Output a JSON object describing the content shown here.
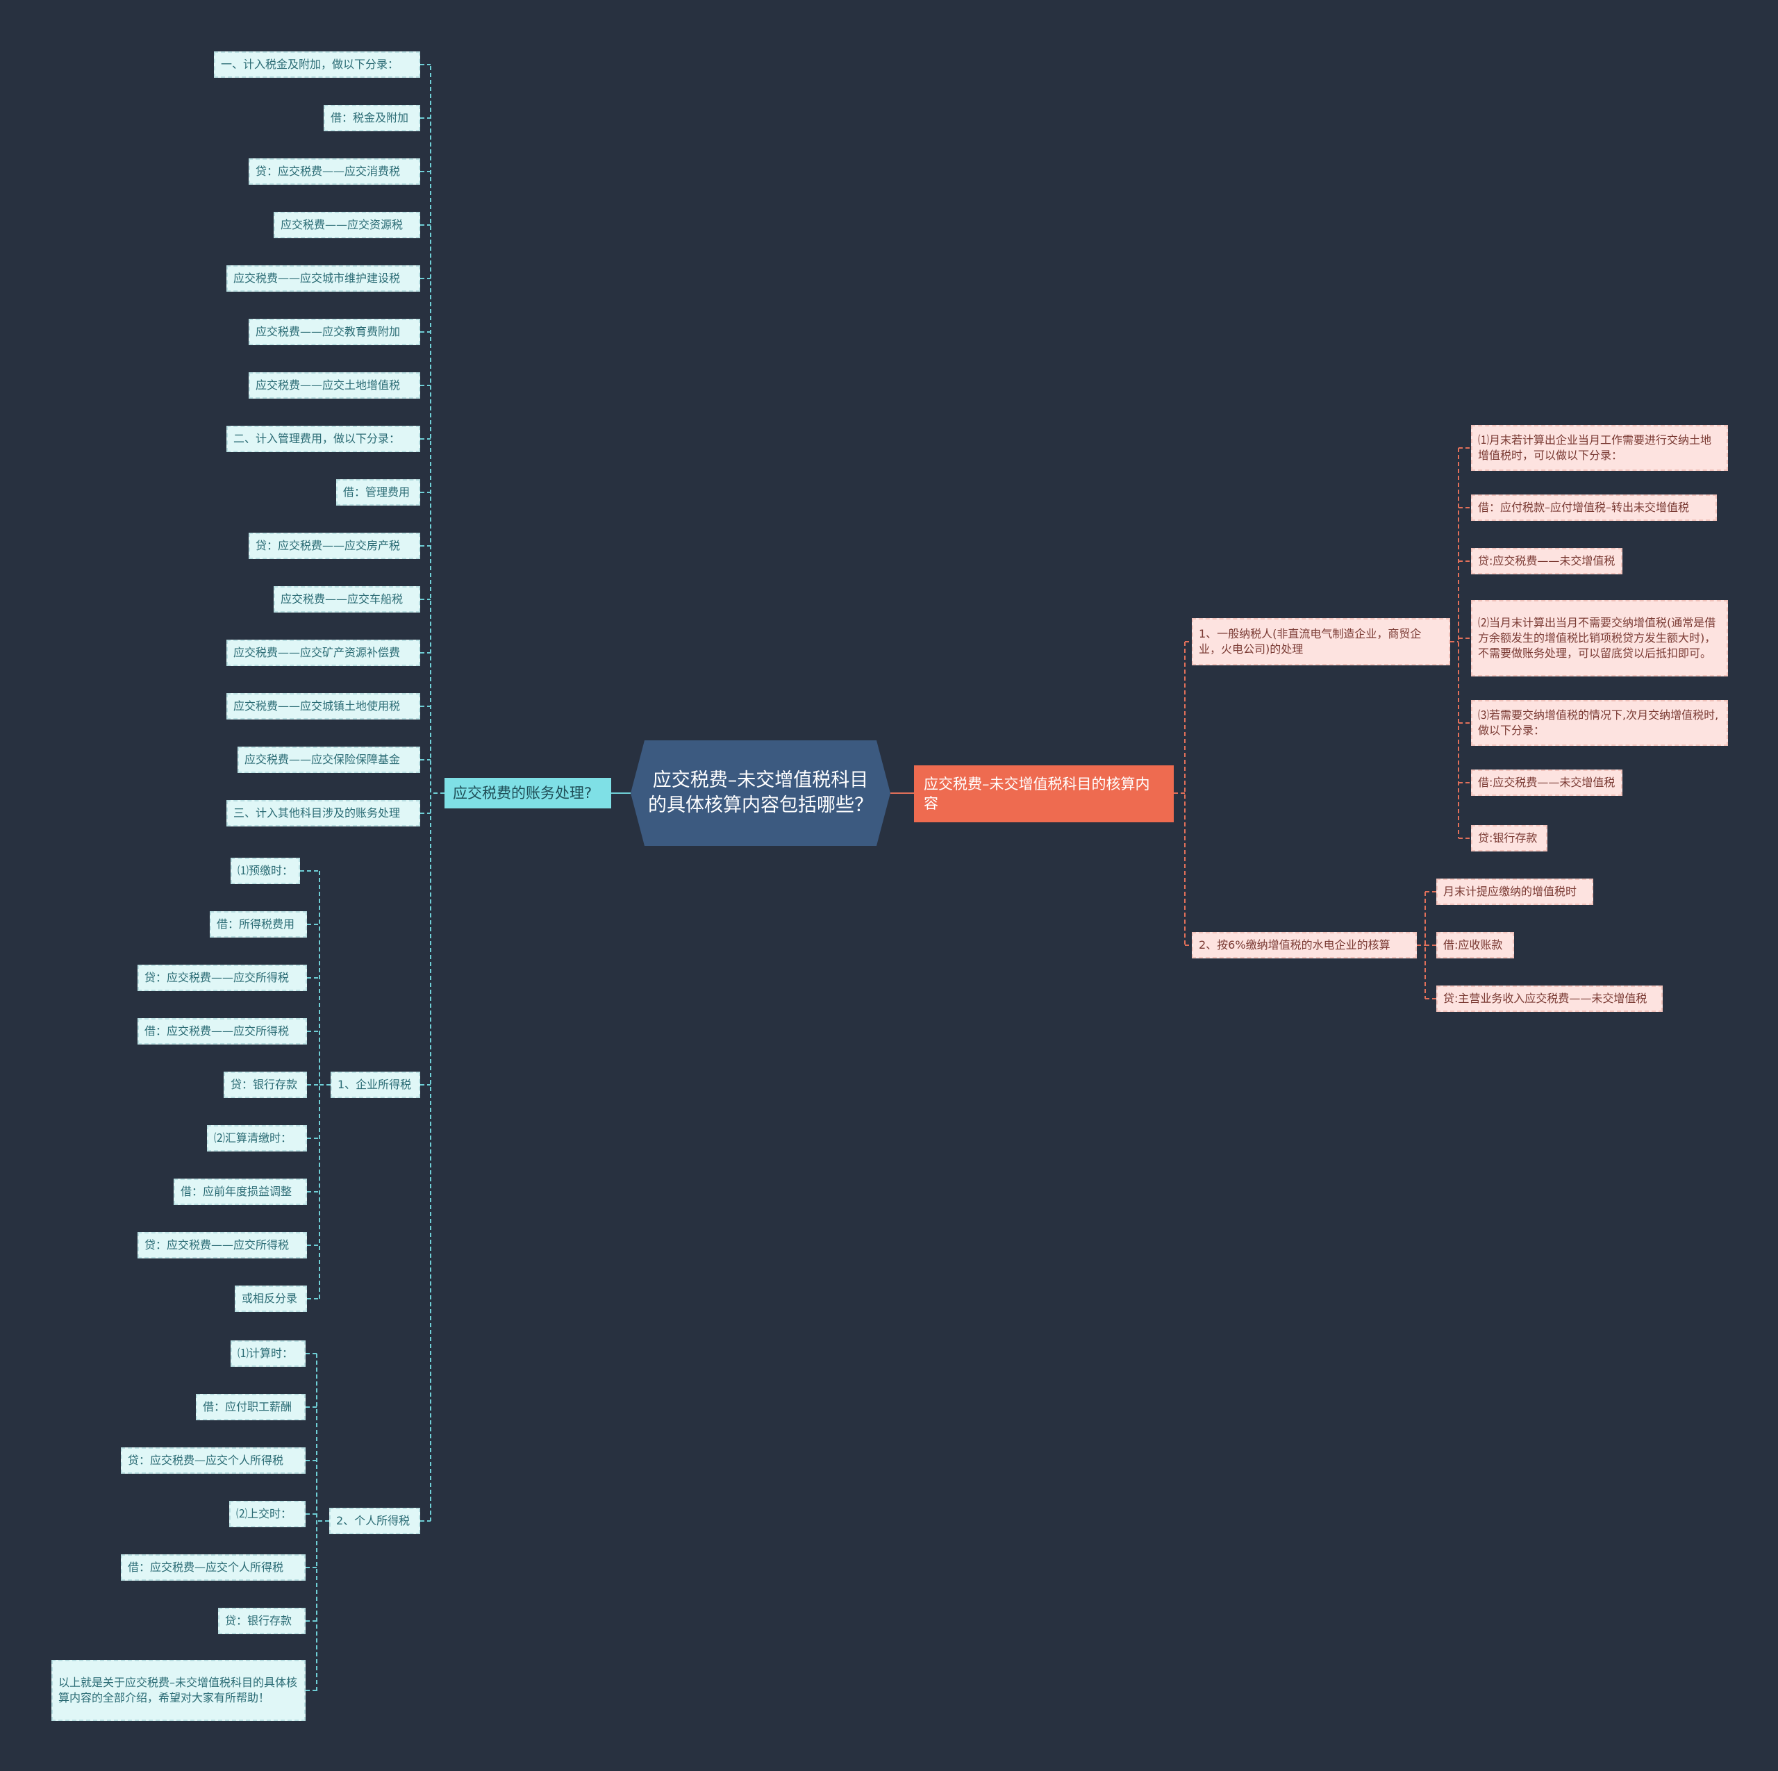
{
  "root": {
    "text": "应交税费–未交增值税科目的具体核算内容包括哪些？"
  },
  "left_main": {
    "text": "应交税费的账务处理?"
  },
  "right_main": {
    "text": "应交税费–未交增值税科目的核算内容"
  },
  "left_items": [
    "一、计入税金及附加，做以下分录：",
    "借：税金及附加",
    "贷：应交税费——应交消费税",
    "应交税费——应交资源税",
    "应交税费——应交城市维护建设税",
    "应交税费——应交教育费附加",
    "应交税费——应交土地增值税",
    "二、计入管理费用，做以下分录：",
    "借：管理费用",
    "贷：应交税费——应交房产税",
    "应交税费——应交车船税",
    "应交税费——应交矿产资源补偿费",
    "应交税费——应交城镇土地使用税",
    "应交税费——应交保险保障基金",
    "三、计入其他科目涉及的账务处理",
    "1、企业所得税",
    "2、个人所得税"
  ],
  "corp_tax_items": [
    "⑴预缴时：",
    "借：所得税费用",
    "贷：应交税费——应交所得税",
    "借：应交税费——应交所得税",
    "贷：银行存款",
    "⑵汇算清缴时：",
    "借：应前年度损益调整",
    "贷：应交税费——应交所得税",
    "或相反分录"
  ],
  "personal_tax_items": [
    "⑴计算时：",
    "借：应付职工薪酬",
    "贷：应交税费—应交个人所得税",
    "⑵上交时：",
    "借：应交税费—应交个人所得税",
    "贷：银行存款",
    "以上就是关于应交税费–未交增值税科目的具体核算内容的全部介绍，希望对大家有所帮助！"
  ],
  "right_items": [
    "1、一般纳税人(非直流电气制造企业，商贸企业，火电公司)的处理",
    "2、按6%缴纳增值税的水电企业的核算"
  ],
  "general_taxpayer_items": [
    "⑴月末若计算出企业当月工作需要进行交纳土地增值税时，可以做以下分录：",
    "借：应付税款–应付增值税–转出未交增值税",
    "贷:应交税费——未交增值税",
    "⑵当月末计算出当月不需要交纳增值税(通常是借方余额发生的增值税比销项税贷方发生额大时)，不需要做账务处理，可以留底贷以后抵扣即可。",
    "⑶若需要交纳增值税的情况下,次月交纳增值税时,做以下分录：",
    "借:应交税费——未交增值税",
    "贷:银行存款"
  ],
  "hydro_items": [
    "月末计提应缴纳的增值税时",
    "借:应收账款",
    "贷:主营业务收入应交税费——未交增值税"
  ],
  "colors": {
    "background": "#283140",
    "root": "#3c5a80",
    "left_main": "#7fe0e6",
    "right_main": "#ee6b50",
    "left_leaf": "#e0f7f7",
    "right_leaf": "#fde3e0",
    "left_line": "#6fcfd6",
    "right_line": "#e2705a"
  }
}
